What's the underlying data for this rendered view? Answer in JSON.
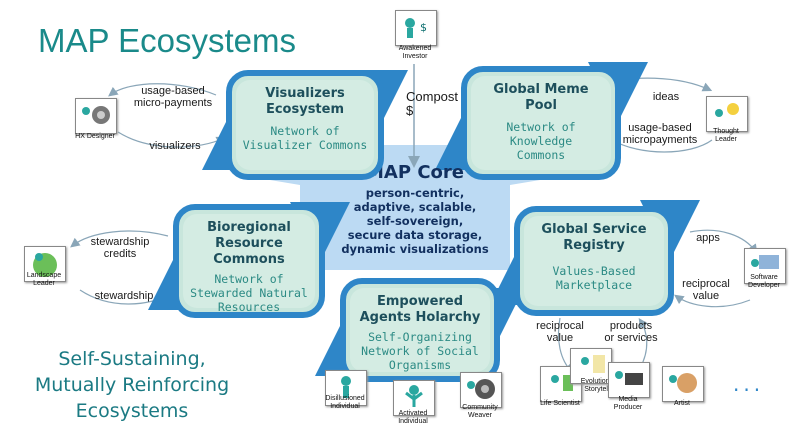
{
  "title": "MAP Ecosystems",
  "tagline": [
    "Self-Sustaining,",
    "Mutually Reinforcing",
    "Ecosystems"
  ],
  "core": {
    "title": "MAP Core",
    "lines": [
      "person-centric,",
      "adaptive, scalable,",
      "self-sovereign,",
      "secure data storage,",
      "dynamic visualizations"
    ]
  },
  "nodes": {
    "visualizers": {
      "title": "Visualizers\nEcosystem",
      "subtitle": "Network of\nVisualizer Commons"
    },
    "meme_pool": {
      "title": "Global Meme\nPool",
      "subtitle": "Network of\nKnowledge\nCommons"
    },
    "bioregional": {
      "title": "Bioregional\nResource\nCommons",
      "subtitle": "Network of\nStewarded Natural\nResources"
    },
    "service_registry": {
      "title": "Global Service\nRegistry",
      "subtitle": "Values-Based\nMarketplace"
    },
    "agents": {
      "title": "Empowered\nAgents Holarchy",
      "subtitle": "Self-Organizing\nNetwork of Social\nOrganisms"
    }
  },
  "flows": {
    "usage_micro_left": "usage-based\nmicro-payments",
    "visualizers": "visualizers",
    "ideas": "ideas",
    "usage_micro_right": "usage-based\nmicropayments",
    "stewardship_credits": "stewardship\ncredits",
    "stewardship": "stewardship",
    "apps": "apps",
    "reciprocal_value_right": "reciprocal\nvalue",
    "reciprocal_value_bottom": "reciprocal\nvalue",
    "products_services": "products\nor services",
    "compost": "Compost\n$"
  },
  "actors": {
    "investor": "Awakened\nInvestor",
    "hx_designer": "HX Designer",
    "thought_leader": "Thought\nLeader",
    "landscape_leader": "Landscape\nLeader",
    "software_developer": "Software\nDeveloper",
    "disillusioned": "Disillusioned\nIndividual",
    "activated": "Activated\nIndividual",
    "community_weaver": "Community\nWeaver",
    "life_scientist": "Life Scientist",
    "storyteller": "Evolutionary\nStoryteller",
    "media_producer": "Media\nProducer",
    "artist": "Artist"
  },
  "more": "...",
  "colors": {
    "title": "#1a8a8a",
    "frame": "#2e86c8",
    "node_fill": "#d4ece3",
    "core_fill": "#7fb8e8",
    "core_text": "#12305f"
  }
}
